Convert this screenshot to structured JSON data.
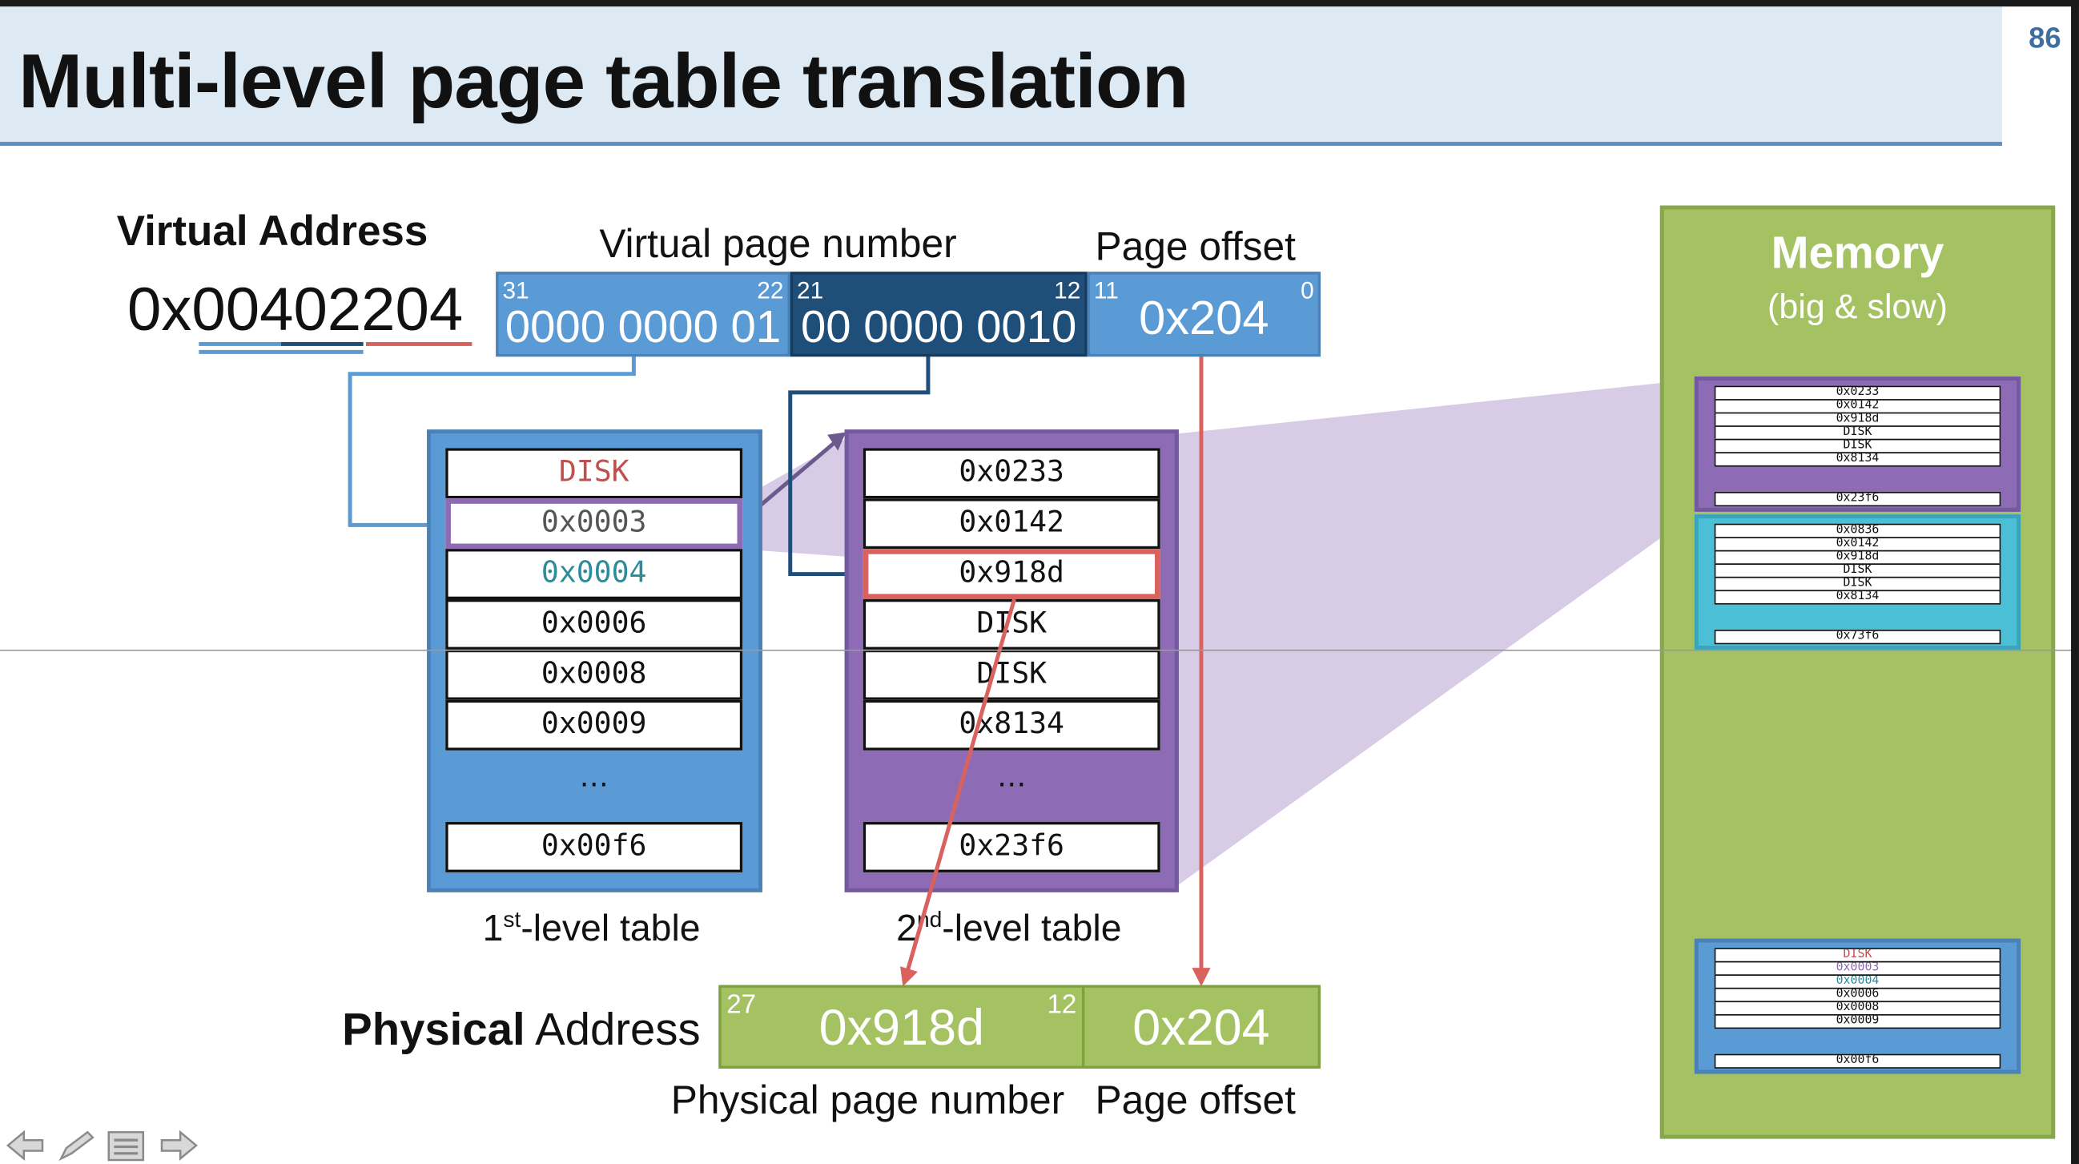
{
  "slide": {
    "title": "Multi-level page table translation",
    "number": "86"
  },
  "virtual_address": {
    "label": "Virtual Address",
    "value_prefix": "0x",
    "value_digits": "00402204",
    "vpn_label": "Virtual page number",
    "offset_label": "Page offset",
    "segments": [
      {
        "bits": "0000 0000 01",
        "high_bit": "31",
        "low_bit": "22"
      },
      {
        "bits": "00 0000 0010",
        "high_bit": "21",
        "low_bit": "12"
      },
      {
        "bits": "0x204",
        "high_bit": "11",
        "low_bit": "0"
      }
    ]
  },
  "first_level_table": {
    "label_prefix": "1",
    "label_sup": "st",
    "label_suffix": "-level table",
    "entries": [
      "DISK",
      "0x0003",
      "0x0004",
      "0x0006",
      "0x0008",
      "0x0009"
    ],
    "ellipsis": "…",
    "last_entry": "0x00f6"
  },
  "second_level_table": {
    "label_prefix": "2",
    "label_sup": "nd",
    "label_suffix": "-level table",
    "entries": [
      "0x0233",
      "0x0142",
      "0x918d",
      "DISK",
      "DISK",
      "0x8134"
    ],
    "ellipsis": "…",
    "last_entry": "0x23f6"
  },
  "physical_address": {
    "label_bold": "Physical",
    "label_rest": " Address",
    "ppn": "0x918d",
    "ppn_high_bit": "27",
    "ppn_low_bit": "12",
    "offset": "0x204",
    "ppn_label": "Physical page number",
    "offset_label": "Page offset"
  },
  "memory": {
    "title": "Memory",
    "subtitle": "(big & slow)",
    "block_a": {
      "entries": [
        "0x0233",
        "0x0142",
        "0x918d",
        "DISK",
        "DISK",
        "0x8134"
      ],
      "last": "0x23f6"
    },
    "block_b": {
      "entries": [
        "0x0836",
        "0x0142",
        "0x918d",
        "DISK",
        "DISK",
        "0x8134"
      ],
      "last": "0x73f6"
    },
    "block_c": {
      "entries": [
        "DISK",
        "0x0003",
        "0x0004",
        "0x0006",
        "0x0008",
        "0x0009"
      ],
      "last": "0x00f6"
    }
  },
  "colors": {
    "blue_light": "#5b9bd5",
    "blue_dark": "#1f4e79",
    "purple": "#8e6bb5",
    "green": "#a4c261",
    "cyan": "#4bbfd5",
    "red": "#d9625f"
  },
  "nav": {
    "back": "arrow-left-icon",
    "pen": "pen-icon",
    "menu": "menu-icon",
    "forward": "arrow-right-icon"
  }
}
